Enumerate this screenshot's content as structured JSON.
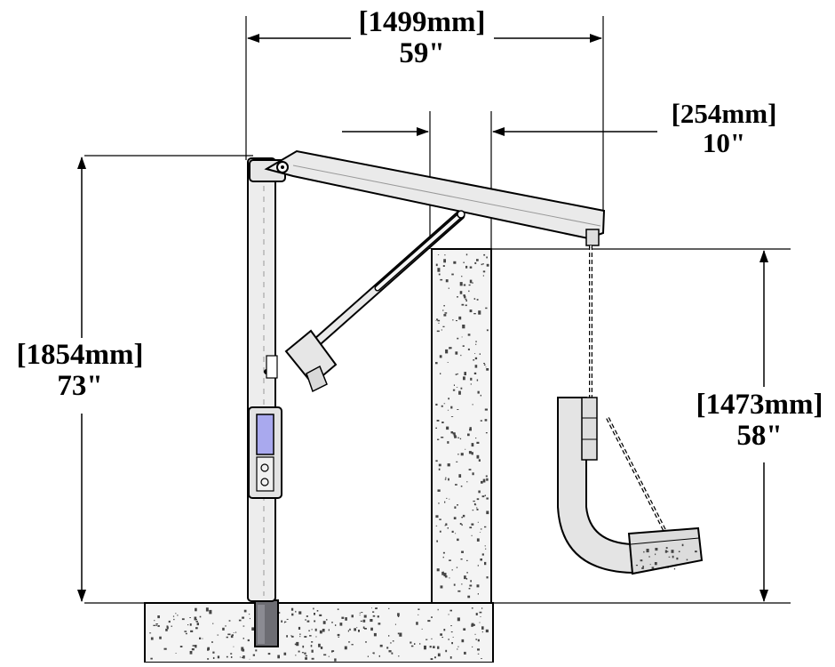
{
  "dimensions": {
    "reach": {
      "metric": "[1499mm]",
      "imperial": "59\""
    },
    "setback": {
      "metric": "[254mm]",
      "imperial": "10\""
    },
    "mast_height": {
      "metric": "[1854mm]",
      "imperial": "73\""
    },
    "lift_height": {
      "metric": "[1473mm]",
      "imperial": "58\""
    }
  },
  "colors": {
    "line": "#000000",
    "concrete": "#f4f4f4",
    "speck": "#444444",
    "metal": "#e9e9e9",
    "seat": "#e4e4e4",
    "window": "#a9a9ee"
  }
}
